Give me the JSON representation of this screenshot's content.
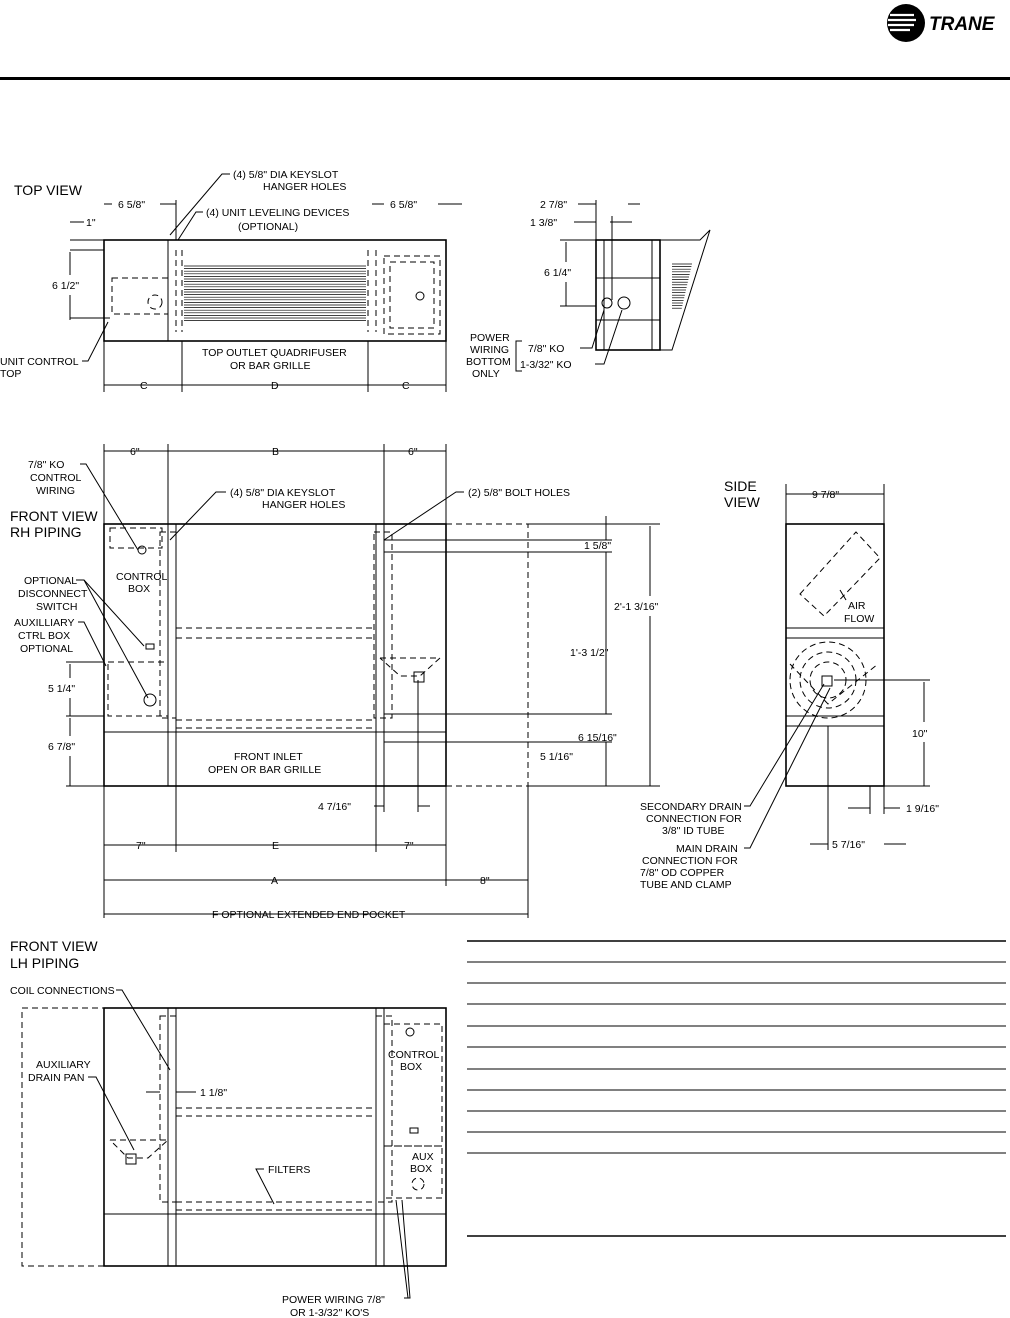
{
  "brand": {
    "name": "TRANE"
  },
  "top_view": {
    "title": "TOP VIEW",
    "keyslot_label_1": "(4) 5/8\" DIA KEYSLOT",
    "keyslot_label_2": "HANGER HOLES",
    "leveling_label_1": "(4) UNIT LEVELING DEVICES",
    "leveling_label_2": "(OPTIONAL)",
    "dim_left": "6 5/8\"",
    "dim_right": "6 5/8\"",
    "dim_1in": "1\"",
    "dim_6_5": "6 1/2\"",
    "unit_control_1": "UNIT CONTROL",
    "unit_control_2": "TOP",
    "outlet_1": "TOP OUTLET QUADRIFUSER",
    "outlet_2": "OR BAR GRILLE",
    "dim_c_left": "C",
    "dim_d": "D",
    "dim_c_right": "C"
  },
  "end_view": {
    "dim_2_7_8": "2 7/8\"",
    "dim_1_3_8": "1 3/8\"",
    "dim_6_1_4": "6 1/4\"",
    "power_1": "POWER",
    "power_2": "WIRING",
    "power_3": "BOTTOM",
    "power_4": "ONLY",
    "ko_1": "7/8\" KO",
    "ko_2": "1-3/32\" KO"
  },
  "front_rh": {
    "title_1": "FRONT VIEW",
    "title_2": "RH PIPING",
    "dim_6_left": "6\"",
    "dim_b": "B",
    "dim_6_right": "6\"",
    "ko_1": "7/8\" KO",
    "ko_2": "CONTROL",
    "ko_3": "WIRING",
    "keyslot_1": "(4) 5/8\" DIA KEYSLOT",
    "keyslot_2": "HANGER HOLES",
    "bolt_holes": "(2) 5/8\" BOLT HOLES",
    "control_box_1": "CONTROL",
    "control_box_2": "BOX",
    "disc_1": "OPTIONAL",
    "disc_2": "DISCONNECT",
    "disc_3": "SWITCH",
    "aux_1": "AUXILLIARY",
    "aux_2": "CTRL BOX",
    "aux_3": "OPTIONAL",
    "dim_5_1_4": "5 1/4\"",
    "dim_6_7_8": "6 7/8\"",
    "inlet_1": "FRONT INLET",
    "inlet_2": "OPEN OR BAR GRILLE",
    "dim_1_5_8": "1 5/8\"",
    "dim_2_1_3_16": "2'-1 3/16\"",
    "dim_1_3_1_2": "1'-3 1/2\"",
    "dim_6_15_16": "6 15/16\"",
    "dim_5_1_16": "5 1/16\"",
    "dim_4_7_16": "4 7/16\"",
    "dim_7_left": "7\"",
    "dim_e": "E",
    "dim_7_right": "7\"",
    "dim_a": "A",
    "dim_8": "8\"",
    "dim_f": "F  OPTIONAL EXTENDED END POCKET"
  },
  "side_view": {
    "title_1": "SIDE",
    "title_2": "VIEW",
    "dim_9_7_8": "9 7/8\"",
    "air_1": "AIR",
    "air_2": "FLOW",
    "dim_10": "10\"",
    "dim_1_9_16": "1 9/16\"",
    "dim_5_7_16": "5 7/16\"",
    "sec_1": "SECONDARY DRAIN",
    "sec_2": "CONNECTION FOR",
    "sec_3": "3/8\" ID TUBE",
    "main_1": "MAIN DRAIN",
    "main_2": "CONNECTION FOR",
    "main_3": "7/8\" OD COPPER",
    "main_4": "TUBE AND CLAMP"
  },
  "front_lh": {
    "title_1": "FRONT VIEW",
    "title_2": "LH PIPING",
    "coil": "COIL CONNECTIONS",
    "aux_pan_1": "AUXILIARY",
    "aux_pan_2": "DRAIN PAN",
    "dim_1_1_8": "1 1/8\"",
    "filters": "FILTERS",
    "control_box_1": "CONTROL",
    "control_box_2": "BOX",
    "aux_box_1": "AUX",
    "aux_box_2": "BOX",
    "power_1": "POWER WIRING 7/8\"",
    "power_2": "OR 1-3/32\" KO'S"
  }
}
